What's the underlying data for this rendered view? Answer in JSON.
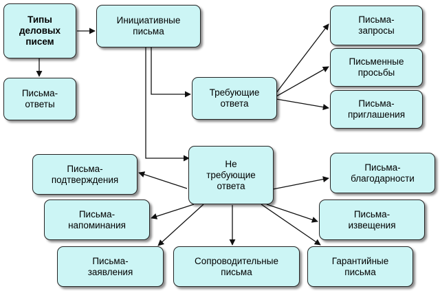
{
  "diagram": {
    "nodes": {
      "types": [
        "Типы",
        "деловых",
        "писем"
      ],
      "initiative": [
        "Инициативные",
        "письма"
      ],
      "replies": [
        "Письма-",
        "ответы"
      ],
      "requiring": [
        "Требующие",
        "ответа"
      ],
      "requests": [
        "Письма-",
        "запросы"
      ],
      "written_requests": [
        "Письменные",
        "просьбы"
      ],
      "invitations": [
        "Письма-",
        "приглашения"
      ],
      "not_requiring": [
        "Не",
        "требующие",
        "ответа"
      ],
      "confirmations": [
        "Письма-",
        "подтверждения"
      ],
      "thanks": [
        "Письма-",
        "благодарности"
      ],
      "reminders": [
        "Письма-",
        "напоминания"
      ],
      "notifications": [
        "Письма-",
        "извещения"
      ],
      "applications": [
        "Письма-",
        "заявления"
      ],
      "cover_letters": [
        "Сопроводительные",
        "письма"
      ],
      "guarantee": [
        "Гарантийные",
        "письма"
      ]
    }
  }
}
